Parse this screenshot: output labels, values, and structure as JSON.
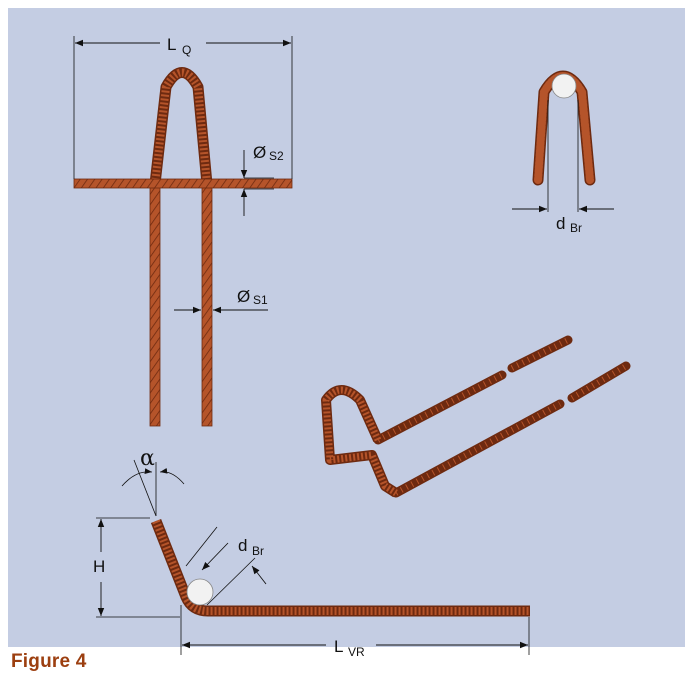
{
  "caption": "Figure 4",
  "labels": {
    "lq": "L",
    "lq_sub": "Q",
    "phi_s2": "Ø",
    "phi_s2_sub": "S2",
    "phi_s1": "Ø",
    "phi_s1_sub": "S1",
    "dbr_top": "d",
    "dbr_top_sub": "Br",
    "alpha": "α",
    "h": "H",
    "dbr_bottom": "d",
    "dbr_bottom_sub": "Br",
    "lvr": "L",
    "lvr_sub": "VR"
  },
  "colors": {
    "panel": "#c4cde3",
    "rebar": "#b5542a",
    "rebar_dark": "#6e2a10",
    "caption": "#9c3f10"
  }
}
